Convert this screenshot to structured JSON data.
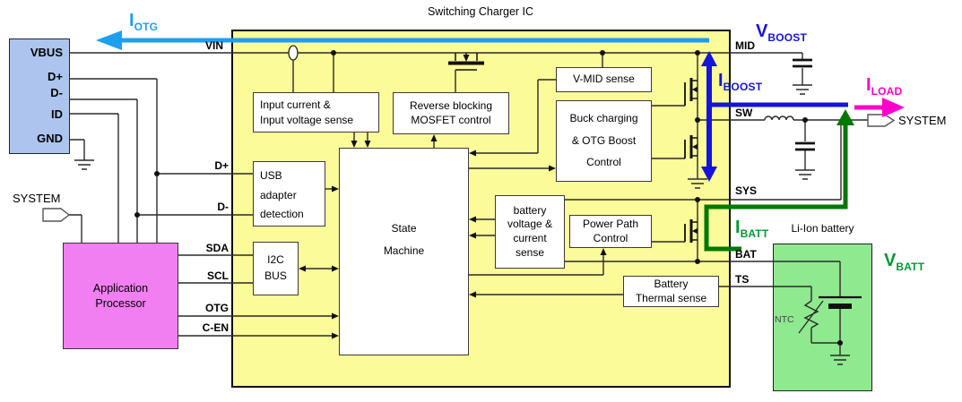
{
  "title": "Switching Charger IC",
  "colors": {
    "ic_fill": "#FBFB99",
    "usb_fill": "#ADC5EE",
    "app_processor_fill": "#F17FF1",
    "battery_fill": "#8FE98F",
    "otg_blue": "#1E9FEF",
    "boost_blue": "#1414DC",
    "load_magenta": "#FF00CC",
    "batt_green_label": "#009A33",
    "batt_green_line": "#007800"
  },
  "usb_connector": {
    "pins": [
      "VBUS",
      "D+",
      "D-",
      "ID",
      "GND"
    ]
  },
  "system_left": "SYSTEM",
  "application_processor": {
    "lines": [
      "Application",
      "Processor"
    ]
  },
  "ic": {
    "pin_vin": "VIN",
    "pins_left": [
      "D+",
      "D-",
      "SDA",
      "SCL",
      "OTG",
      "C-EN"
    ],
    "pins_right": [
      "MID",
      "SW",
      "SYS",
      "BAT",
      "TS"
    ],
    "blocks": {
      "input_sense": {
        "lines": [
          "Input current &",
          "Input voltage sense"
        ]
      },
      "reverse_blocking": {
        "lines": [
          "Reverse blocking",
          "MOSFET control"
        ]
      },
      "vmid_sense": {
        "lines": [
          "V-MID sense"
        ]
      },
      "buck_control": {
        "lines": [
          "Buck charging",
          "& OTG Boost",
          "Control"
        ]
      },
      "usb_adapter": {
        "lines": [
          "USB",
          "adapter",
          "detection"
        ]
      },
      "state_machine": {
        "lines": [
          "State",
          "Machine"
        ]
      },
      "i2c_bus": {
        "lines": [
          "I2C",
          "BUS"
        ]
      },
      "battery_sense": {
        "lines": [
          "battery",
          "voltage &",
          "current",
          "sense"
        ]
      },
      "power_path": {
        "lines": [
          "Power Path",
          "Control"
        ]
      },
      "thermal_sense": {
        "lines": [
          "Battery",
          "Thermal sense"
        ]
      }
    }
  },
  "labels": {
    "i_otg": {
      "main": "I",
      "sub": "OTG"
    },
    "v_boost": {
      "main": "V",
      "sub": "BOOST"
    },
    "i_boost": {
      "main": "I",
      "sub": "BOOST"
    },
    "i_load": {
      "main": "I",
      "sub": "LOAD"
    },
    "i_batt": {
      "main": "I",
      "sub": "BATT"
    },
    "v_batt": {
      "main": "V",
      "sub": "BATT"
    },
    "system_out": "SYSTEM"
  },
  "battery": {
    "title": "Li-Ion battery",
    "ntc": "NTC"
  },
  "icons": [
    "mosfet-icon",
    "inductor-icon",
    "capacitor-icon",
    "ground-icon",
    "battery-cell-icon",
    "ntc-thermistor-icon",
    "current-sense-icon",
    "connector-pentagon-icon"
  ]
}
